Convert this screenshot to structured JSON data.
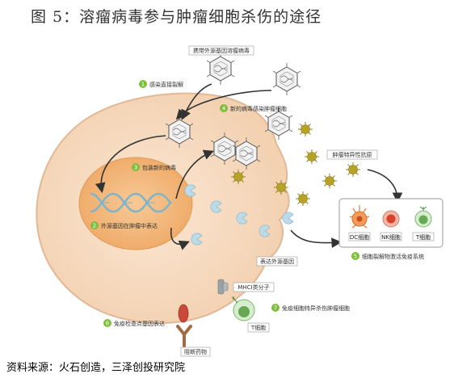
{
  "title": "图 5：溶瘤病毒参与肿瘤细胞杀伤的途径",
  "source": "资料来源：火石创造，三泽创投研究院",
  "colors": {
    "cell_fill": "#f6dcc4",
    "cell_edge": "#e2b896",
    "nucleus_fill": "#f3b87d",
    "badge": "#7fbd3f",
    "arrow": "#333333",
    "antigen": "#b5a226",
    "pacman": "#b9d8e6"
  },
  "labels": {
    "carry_gene": "携带外源基因溶瘤病毒",
    "step1": "感染直接裂解",
    "step2": "外源基因在肿瘤中表达",
    "step3": "包装新的病毒",
    "step4": "新的病毒感染肿瘤细胞",
    "step5": "细胞裂解物激活免疫系统",
    "step6": "免疫检查点基因表达",
    "step7": "免疫细胞特异杀伤肿瘤细胞",
    "tumor_antigen": "肿瘤特异性抗原",
    "express_gene": "表达外源基因",
    "mhc": "MHCI类分子",
    "t_cell": "T细胞",
    "blocker": "阻断药物",
    "dc": "DC细胞",
    "nk": "NK细胞",
    "t_cell2": "T细胞"
  },
  "badges": {
    "n1": "1",
    "n2": "2",
    "n3": "3",
    "n4": "4",
    "n5": "5",
    "n6": "6",
    "n7": "7"
  }
}
